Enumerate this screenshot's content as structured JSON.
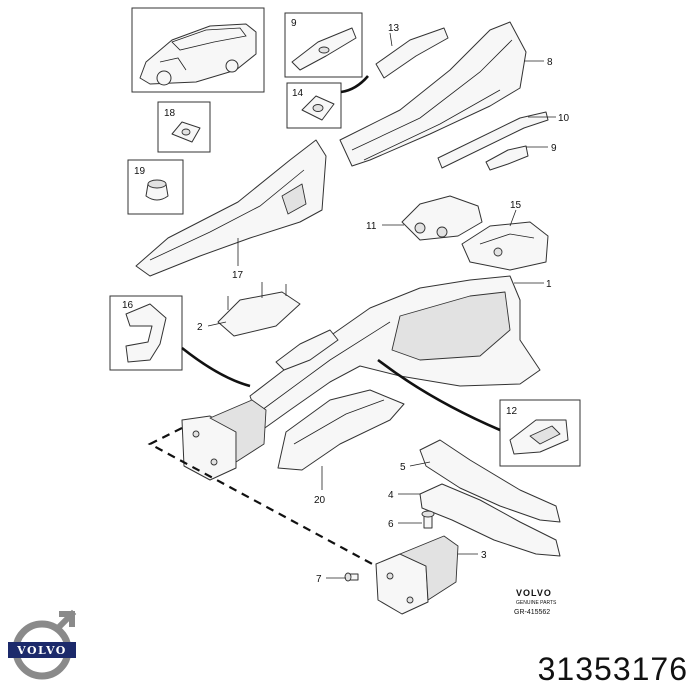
{
  "callouts": [
    "1",
    "2",
    "3",
    "4",
    "5",
    "6",
    "7",
    "8",
    "9",
    "9",
    "10",
    "11",
    "12",
    "13",
    "14",
    "15",
    "16",
    "17",
    "18",
    "19",
    "20"
  ],
  "caption": {
    "brand": "VOLVO",
    "sub": "GENUINE PARTS",
    "ref": "GR-415562"
  },
  "logo": {
    "text": "VOLVO"
  },
  "part_number": "31353176"
}
